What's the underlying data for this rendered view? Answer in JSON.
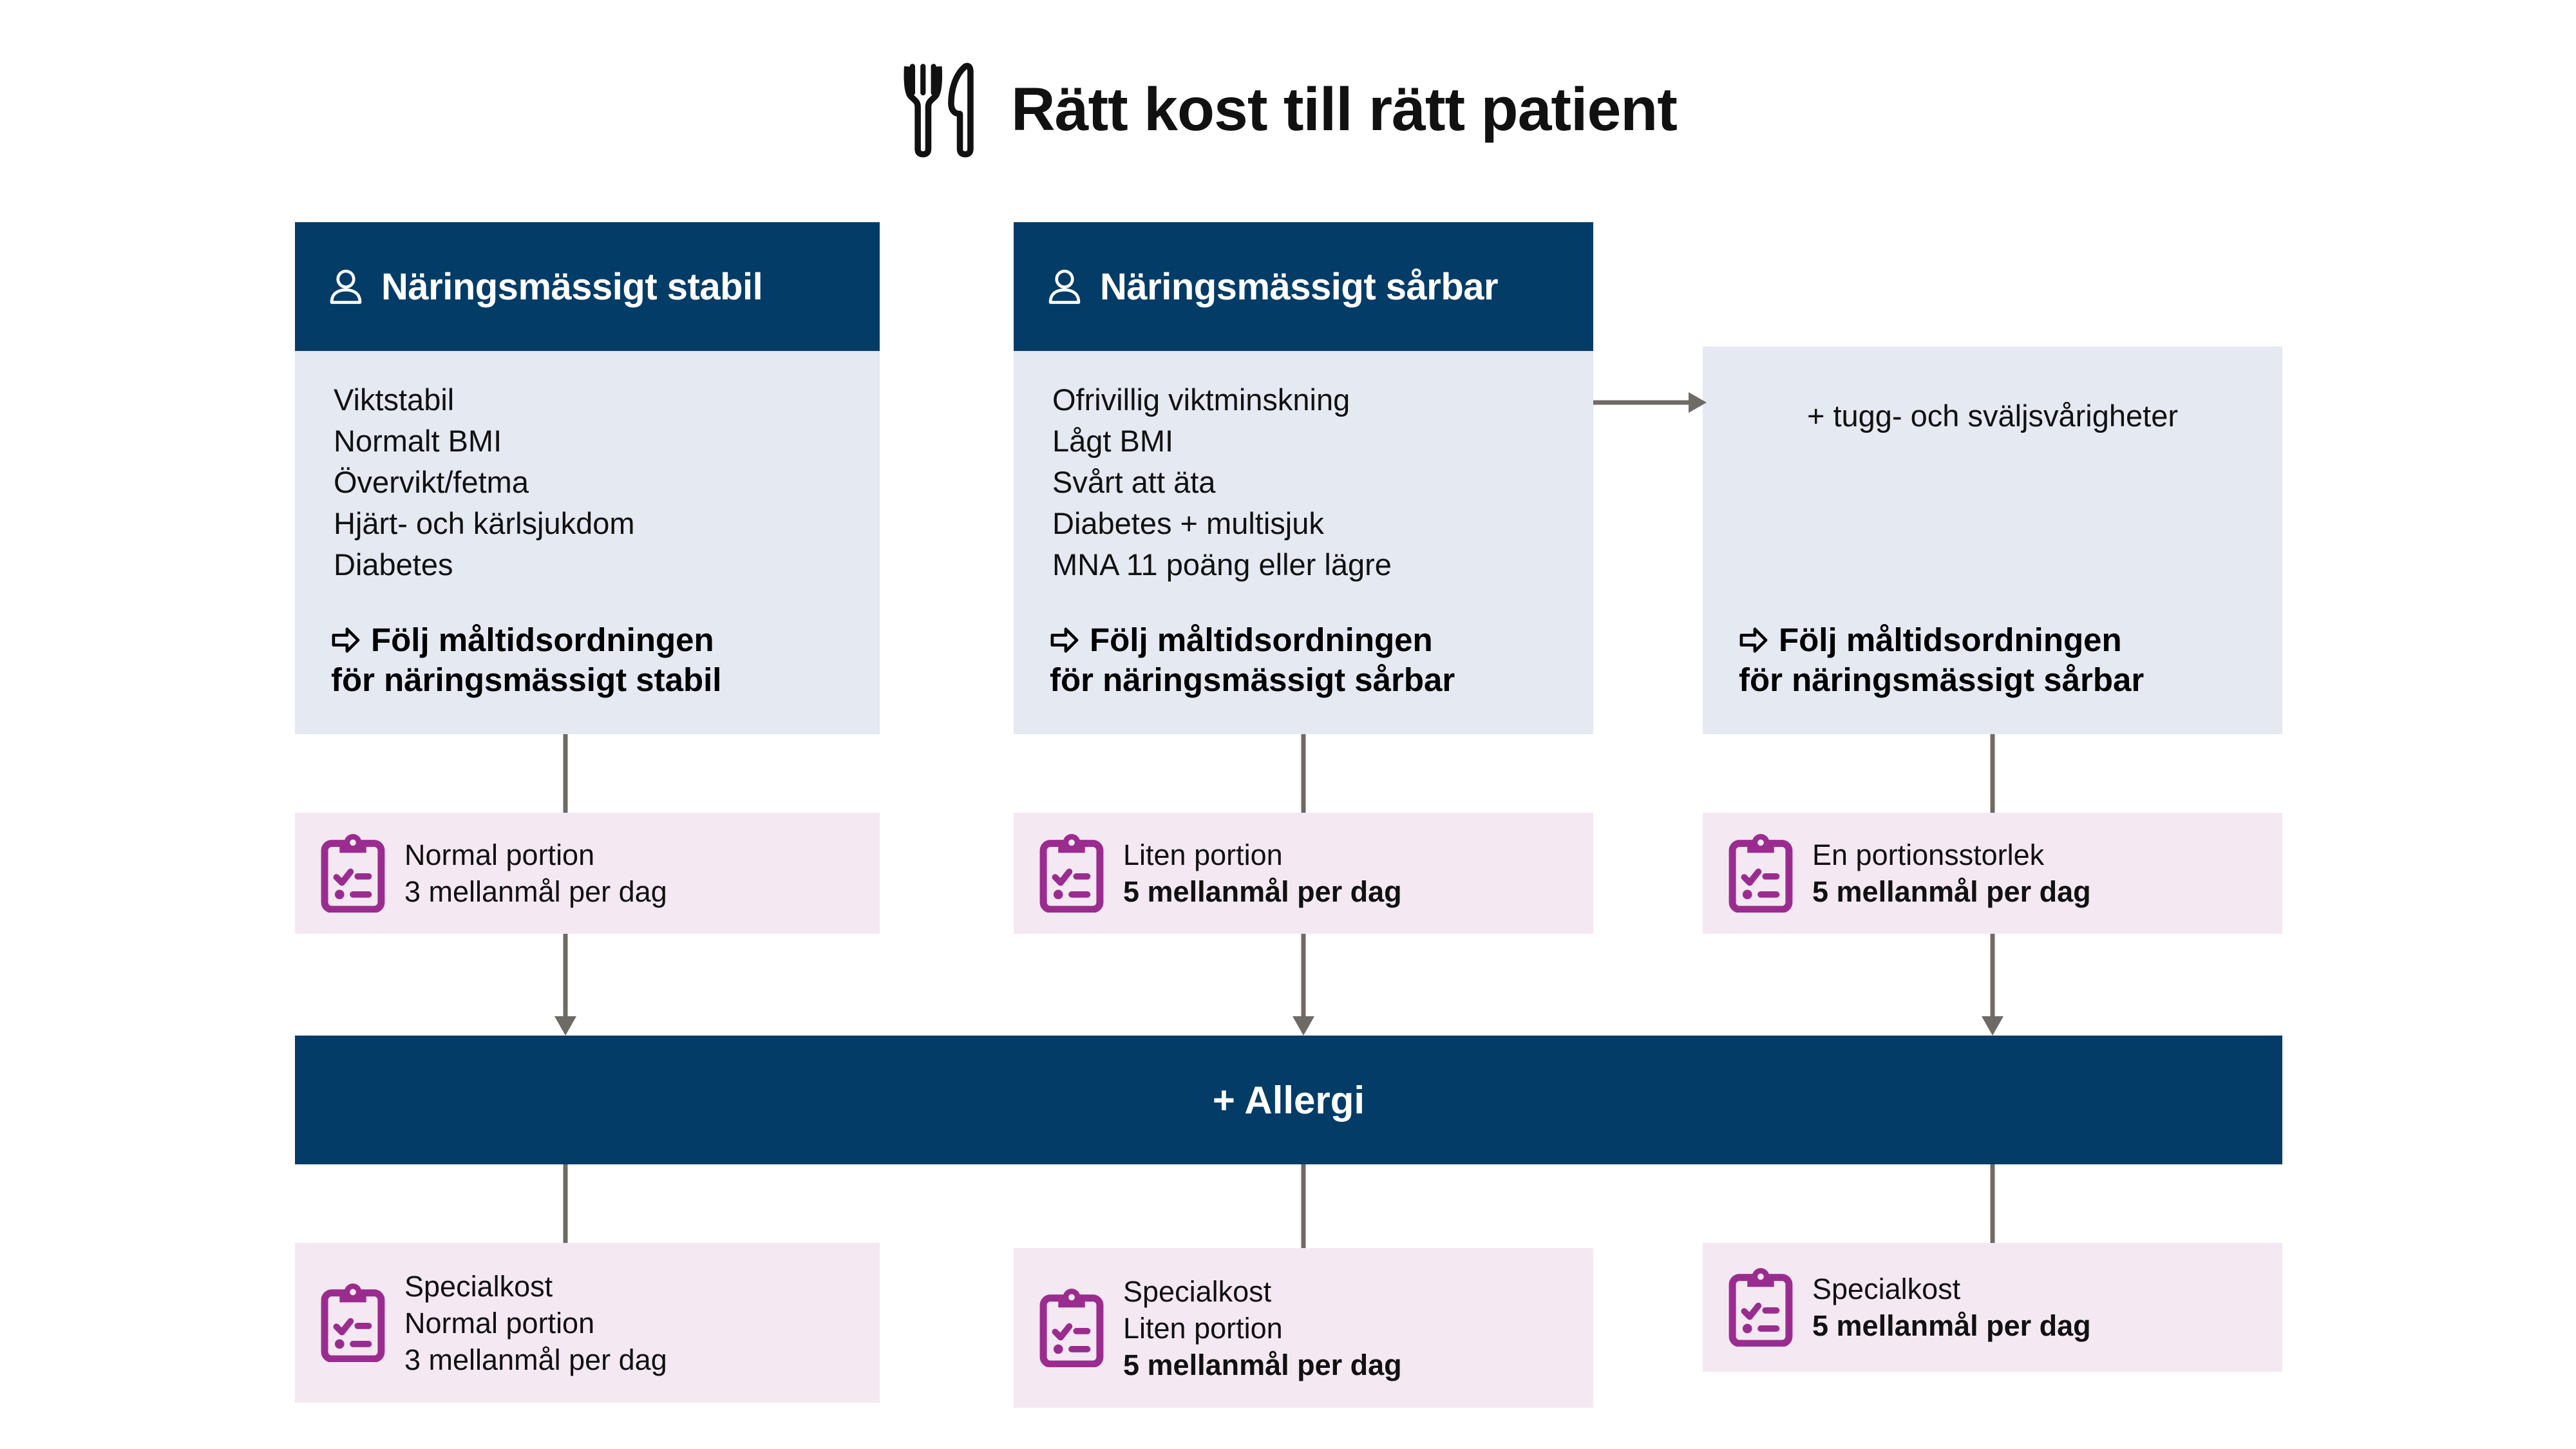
{
  "page": {
    "title": "Rätt kost till rätt patient",
    "title_icon": "fork-and-knife-icon",
    "background_color": "#FFFFFF",
    "navy": "#043C68",
    "light_blue": "#E4E9F2",
    "pink": "#F4E8F2",
    "purple": "#9B2C8F",
    "arrow_gray": "#6E6A66"
  },
  "columns": [
    {
      "header": {
        "icon": "person-icon",
        "label": "Näringsmässigt stabil"
      },
      "criteria": [
        "Viktstabil",
        "Normalt BMI",
        "Övervikt/fetma",
        "Hjärt- och kärlsjukdom",
        "Diabetes"
      ],
      "cta": {
        "icon": "right-arrow-icon",
        "line1": "Följ måltidsordningen",
        "line2": "för näringsmässigt stabil"
      },
      "portion_card": {
        "icon": "clipboard-checklist-icon",
        "lines": [
          {
            "text": "Normal portion",
            "bold": false
          },
          {
            "text": "3 mellanmål per dag",
            "bold": false
          }
        ]
      },
      "special_card": {
        "icon": "clipboard-checklist-icon",
        "lines": [
          {
            "text": "Specialkost",
            "bold": false
          },
          {
            "text": "Normal portion",
            "bold": false
          },
          {
            "text": "3 mellanmål per dag",
            "bold": false
          }
        ]
      }
    },
    {
      "header": {
        "icon": "person-icon",
        "label": "Näringsmässigt sårbar"
      },
      "criteria": [
        "Ofrivillig viktminskning",
        "Lågt BMI",
        "Svårt att äta",
        "Diabetes + multisjuk",
        "MNA 11 poäng eller lägre"
      ],
      "cta": {
        "icon": "right-arrow-icon",
        "line1": "Följ måltidsordningen",
        "line2": "för näringsmässigt sårbar"
      },
      "portion_card": {
        "icon": "clipboard-checklist-icon",
        "lines": [
          {
            "text": "Liten portion",
            "bold": false
          },
          {
            "text": "5 mellanmål per dag",
            "bold": true
          }
        ]
      },
      "special_card": {
        "icon": "clipboard-checklist-icon",
        "lines": [
          {
            "text": "Specialkost",
            "bold": false
          },
          {
            "text": "Liten portion",
            "bold": false
          },
          {
            "text": "5 mellanmål per dag",
            "bold": true
          }
        ]
      }
    },
    {
      "header": null,
      "note": "+ tugg- och sväljsvårigheter",
      "cta": {
        "icon": "right-arrow-icon",
        "line1": "Följ måltidsordningen",
        "line2": "för näringsmässigt sårbar"
      },
      "portion_card": {
        "icon": "clipboard-checklist-icon",
        "lines": [
          {
            "text": "En portionsstorlek",
            "bold": false
          },
          {
            "text": "5 mellanmål per dag",
            "bold": true
          }
        ]
      },
      "special_card": {
        "icon": "clipboard-checklist-icon",
        "lines": [
          {
            "text": "Specialkost",
            "bold": false
          },
          {
            "text": "5 mellanmål per dag",
            "bold": true
          }
        ]
      }
    }
  ],
  "allergy_bar": {
    "label": "+ Allergi"
  }
}
